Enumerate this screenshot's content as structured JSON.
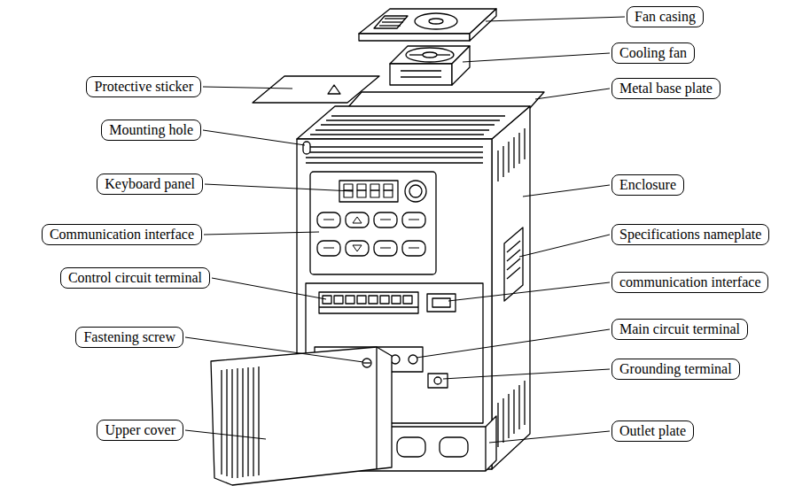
{
  "diagram": {
    "nodes": [
      {
        "text": [
          "Protective sticker"
        ]
      },
      {
        "text": [
          "Mounting hole"
        ]
      },
      {
        "text": [
          "Keyboard panel"
        ]
      },
      {
        "text": [
          "Communication interface"
        ]
      },
      {
        "text": [
          "Control circuit terminal"
        ]
      },
      {
        "text": [
          "Fastening screw"
        ]
      },
      {
        "text": [
          "Upper cover"
        ]
      },
      {
        "text": [
          "Fan casing"
        ]
      },
      {
        "text": [
          "Cooling fan"
        ]
      },
      {
        "text": [
          "Metal base plate"
        ]
      },
      {
        "text": [
          "Enclosure"
        ]
      },
      {
        "text": [
          "Specifications nameplate"
        ]
      },
      {
        "text": [
          "communication interface"
        ]
      },
      {
        "text": [
          "Main circuit terminal"
        ]
      },
      {
        "text": [
          "Grounding terminal"
        ]
      },
      {
        "text": [
          "Outlet plate"
        ]
      }
    ]
  }
}
